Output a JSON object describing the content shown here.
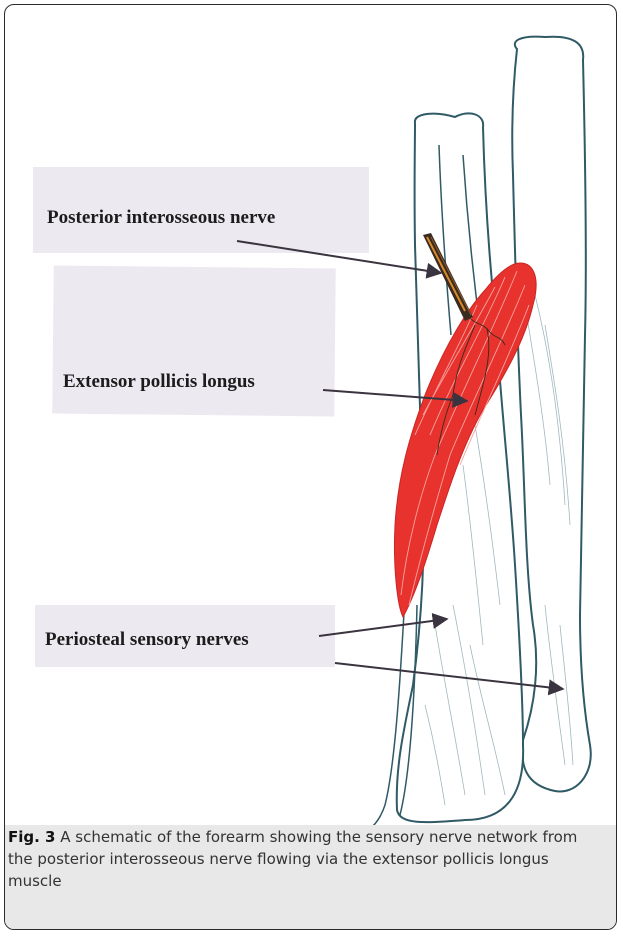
{
  "labels": {
    "posterior_interosseous_nerve": "Posterior interosseous nerve",
    "extensor_pollicis_longus": "Extensor pollicis longus",
    "periosteal_sensory_nerves": "Periosteal sensory nerves"
  },
  "caption": {
    "figure_number": "Fig. 3",
    "text": "A schematic of the forearm showing the sensory nerve network from the posterior interosseous nerve flowing via the extensor pollicis longus muscle"
  },
  "colors": {
    "muscle": "#e8322e",
    "bone_outline": "#2f5a66",
    "arrow": "#3a3340",
    "label_background": "#ece9f0"
  }
}
